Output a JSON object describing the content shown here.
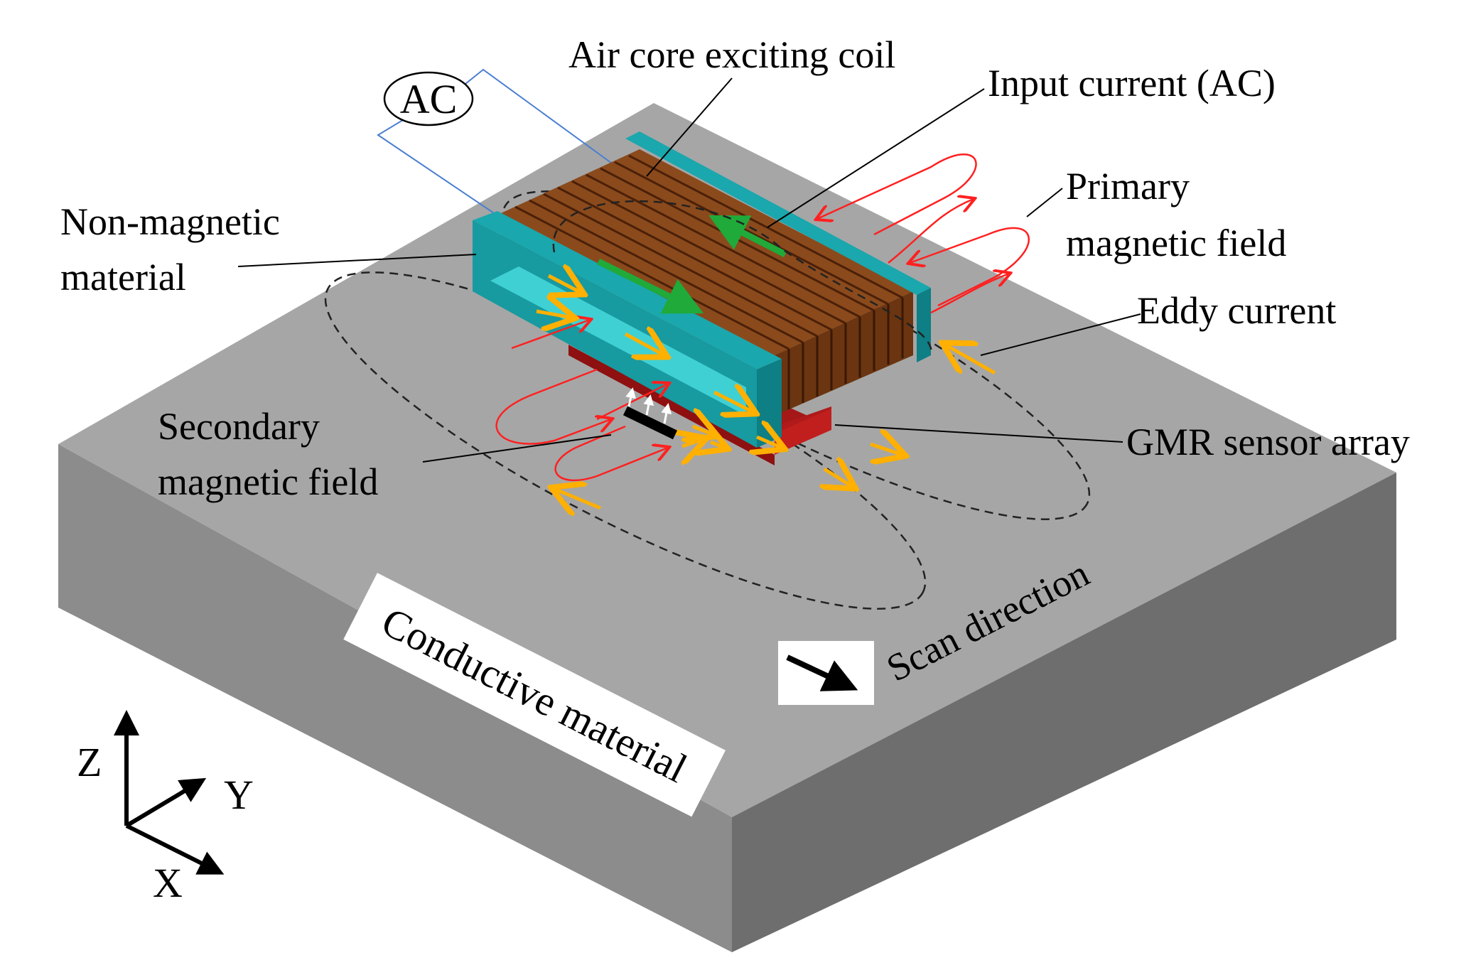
{
  "labels": {
    "air_core_coil": "Air core exciting coil",
    "input_current": "Input current (AC)",
    "primary_field_1": "Primary",
    "primary_field_2": "magnetic field",
    "non_magnetic_1": "Non-magnetic",
    "non_magnetic_2": "material",
    "eddy_current": "Eddy current",
    "secondary_field_1": "Secondary",
    "secondary_field_2": "magnetic field",
    "gmr_sensor": "GMR sensor array",
    "scan_direction": "Scan direction",
    "conductive_material": "Conductive material",
    "ac_source": "AC"
  },
  "axes": {
    "z": "Z",
    "y": "Y",
    "x": "X"
  },
  "colors": {
    "plate_top": "#a6a6a6",
    "plate_left": "#8c8c8c",
    "plate_right": "#6e6e6e",
    "coil": "#8b4a1c",
    "coil_stripe": "#5a2a0a",
    "non_magnetic": "#179aa0",
    "sensor_base": "#8e1010",
    "primary_field": "#ff2020",
    "eddy_current": "#ffb000",
    "input_current": "#1faa3a",
    "wire": "#4a7fd0"
  }
}
